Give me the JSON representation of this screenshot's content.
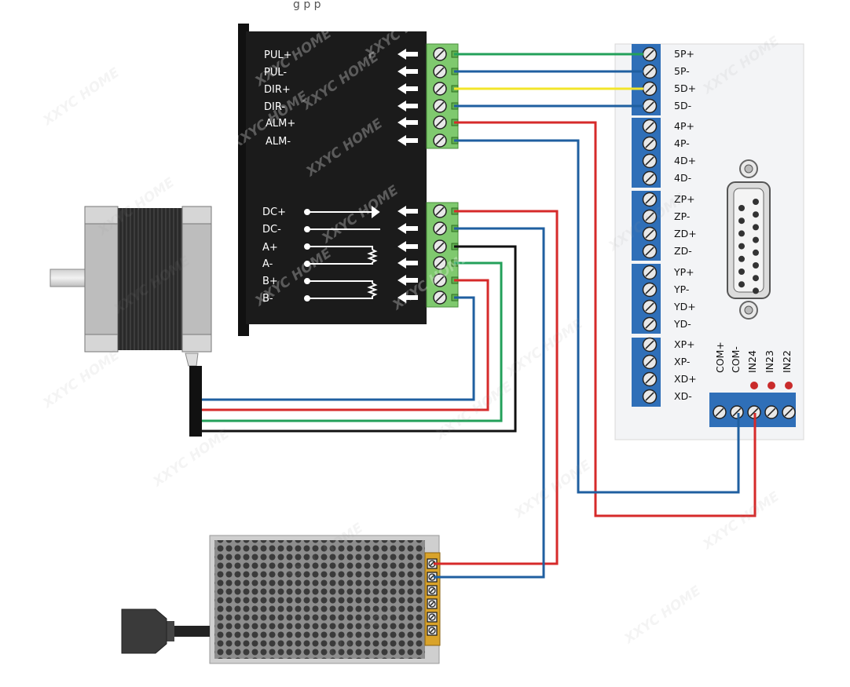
{
  "top_caption": "g       p p",
  "driver": {
    "signal_labels": [
      "PUL+",
      "PUL-",
      "DIR+",
      "DIR-",
      "ALM+",
      "ALM-"
    ],
    "power_labels": [
      "DC+",
      "DC-",
      "A+",
      "A-",
      "B+",
      "B-"
    ]
  },
  "controller": {
    "terminal_labels": [
      "5P+",
      "5P-",
      "5D+",
      "5D-",
      "4P+",
      "4P-",
      "4D+",
      "4D-",
      "ZP+",
      "ZP-",
      "ZD+",
      "ZD-",
      "YP+",
      "YP-",
      "YD+",
      "YD-",
      "XP+",
      "XP-",
      "XD+",
      "XD-"
    ],
    "input_labels": [
      "COM+",
      "COM-",
      "IN24",
      "IN23",
      "IN22"
    ]
  },
  "watermark": "XXYC HOME",
  "colors": {
    "wire_red": "#d62a2a",
    "wire_blue": "#1f5fa0",
    "wire_green": "#23a05a",
    "wire_yellow": "#f2e52a",
    "wire_black": "#111111",
    "terminal_green": "#7fc96e",
    "terminal_blue": "#2f6fb8",
    "terminal_orange": "#d9a32a",
    "driver_body": "#1b1b1b"
  }
}
